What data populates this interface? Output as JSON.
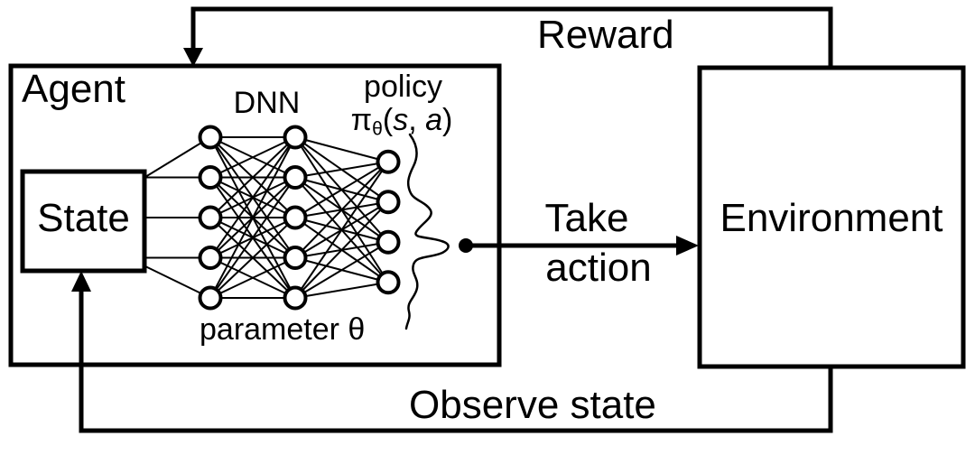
{
  "labels": {
    "agent": "Agent",
    "state": "State",
    "environment": "Environment",
    "reward": "Reward",
    "take_action_line1": "Take",
    "take_action_line2": "action",
    "observe_state": "Observe state",
    "dnn": "DNN",
    "policy": "policy",
    "parameter": "parameter θ",
    "policy_formula": {
      "pi": "π",
      "subscript": "θ",
      "open_paren": "(",
      "s": "s",
      "separator": ", ",
      "a": "a",
      "close_paren": ")"
    }
  },
  "network": {
    "layers": [
      5,
      5,
      4
    ]
  },
  "edges": [
    {
      "from": "Environment",
      "to": "Agent",
      "label": "Reward"
    },
    {
      "from": "Agent",
      "to": "Environment",
      "label": "Take action"
    },
    {
      "from": "Environment",
      "to": "State",
      "label": "Observe state"
    }
  ],
  "colors": {
    "ink": "#000000",
    "background": "#ffffff"
  }
}
